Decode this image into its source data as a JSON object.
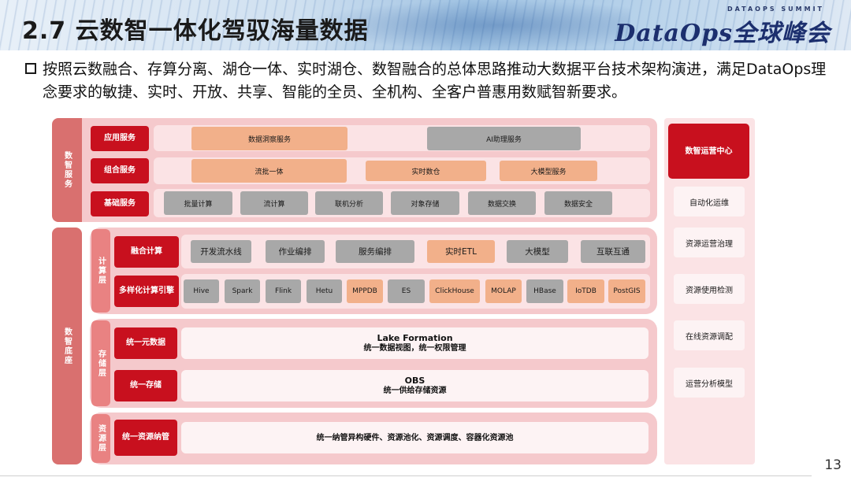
{
  "header": {
    "title": "2.7 云数智一体化驾驭海量数据",
    "summit_tag": "DATAOPS SUMMIT",
    "summit_logo": "DataOps全球峰会"
  },
  "intro": "按照云数融合、存算分离、湖仓一体、实时湖仓、数智融合的总体思路推动大数据平台技术架构演进，满足DataOps理念要求的敏捷、实时、开放、共享、智能的全员、全机构、全客户普惠用数赋智新要求。",
  "services": {
    "side_label": "数智服务",
    "rows": [
      {
        "label": "应用服务",
        "items": [
          {
            "text": "数据洞察服务",
            "color": "orange"
          },
          {
            "text": "AI助理服务",
            "color": "gray"
          }
        ]
      },
      {
        "label": "组合服务",
        "items": [
          {
            "text": "流批一体",
            "color": "orange"
          },
          {
            "text": "实时数仓",
            "color": "orange"
          },
          {
            "text": "大模型服务",
            "color": "orange"
          }
        ]
      },
      {
        "label": "基础服务",
        "items": [
          {
            "text": "批量计算",
            "color": "gray"
          },
          {
            "text": "流计算",
            "color": "gray"
          },
          {
            "text": "联机分析",
            "color": "gray"
          },
          {
            "text": "对象存储",
            "color": "gray"
          },
          {
            "text": "数据交换",
            "color": "gray"
          },
          {
            "text": "数据安全",
            "color": "gray"
          }
        ]
      }
    ]
  },
  "base": {
    "side_label": "数智底座",
    "compute": {
      "layer_label": "计算层",
      "rows": [
        {
          "label": "融合计算",
          "items": [
            {
              "text": "开发流水线",
              "color": "gray"
            },
            {
              "text": "作业编排",
              "color": "gray"
            },
            {
              "text": "服务编排",
              "color": "gray"
            },
            {
              "text": "实时ETL",
              "color": "orange"
            },
            {
              "text": "大模型",
              "color": "gray"
            },
            {
              "text": "互联互通",
              "color": "gray"
            }
          ]
        },
        {
          "label": "多样化计算引擎",
          "items": [
            {
              "text": "Hive",
              "color": "gray"
            },
            {
              "text": "Spark",
              "color": "gray"
            },
            {
              "text": "Flink",
              "color": "gray"
            },
            {
              "text": "Hetu",
              "color": "gray"
            },
            {
              "text": "MPPDB",
              "color": "orange"
            },
            {
              "text": "ES",
              "color": "gray"
            },
            {
              "text": "ClickHouse",
              "color": "orange"
            },
            {
              "text": "MOLAP",
              "color": "orange"
            },
            {
              "text": "HBase",
              "color": "gray"
            },
            {
              "text": "IoTDB",
              "color": "orange"
            },
            {
              "text": "PostGIS",
              "color": "orange"
            }
          ]
        }
      ]
    },
    "storage": {
      "layer_label": "存储层",
      "rows": [
        {
          "label": "统一元数据",
          "title": "Lake Formation",
          "subtitle": "统一数据视图，统一权限管理"
        },
        {
          "label": "统一存储",
          "title": "OBS",
          "subtitle": "统一供给存储资源"
        }
      ]
    },
    "resource": {
      "layer_label": "资源层",
      "label": "统一资源纳管",
      "text": "统一纳管异构硬件、资源池化、资源调度、容器化资源池"
    }
  },
  "ops": {
    "head": "数智运营中心",
    "items": [
      "自动化运维",
      "资源运营治理",
      "资源使用检测",
      "在线资源调配",
      "运营分析模型"
    ]
  },
  "page_number": "13",
  "colors": {
    "red": "#c8101e",
    "pink": "#f5c9cc",
    "orange": "#f2b08a",
    "gray": "#a8a8a8"
  }
}
